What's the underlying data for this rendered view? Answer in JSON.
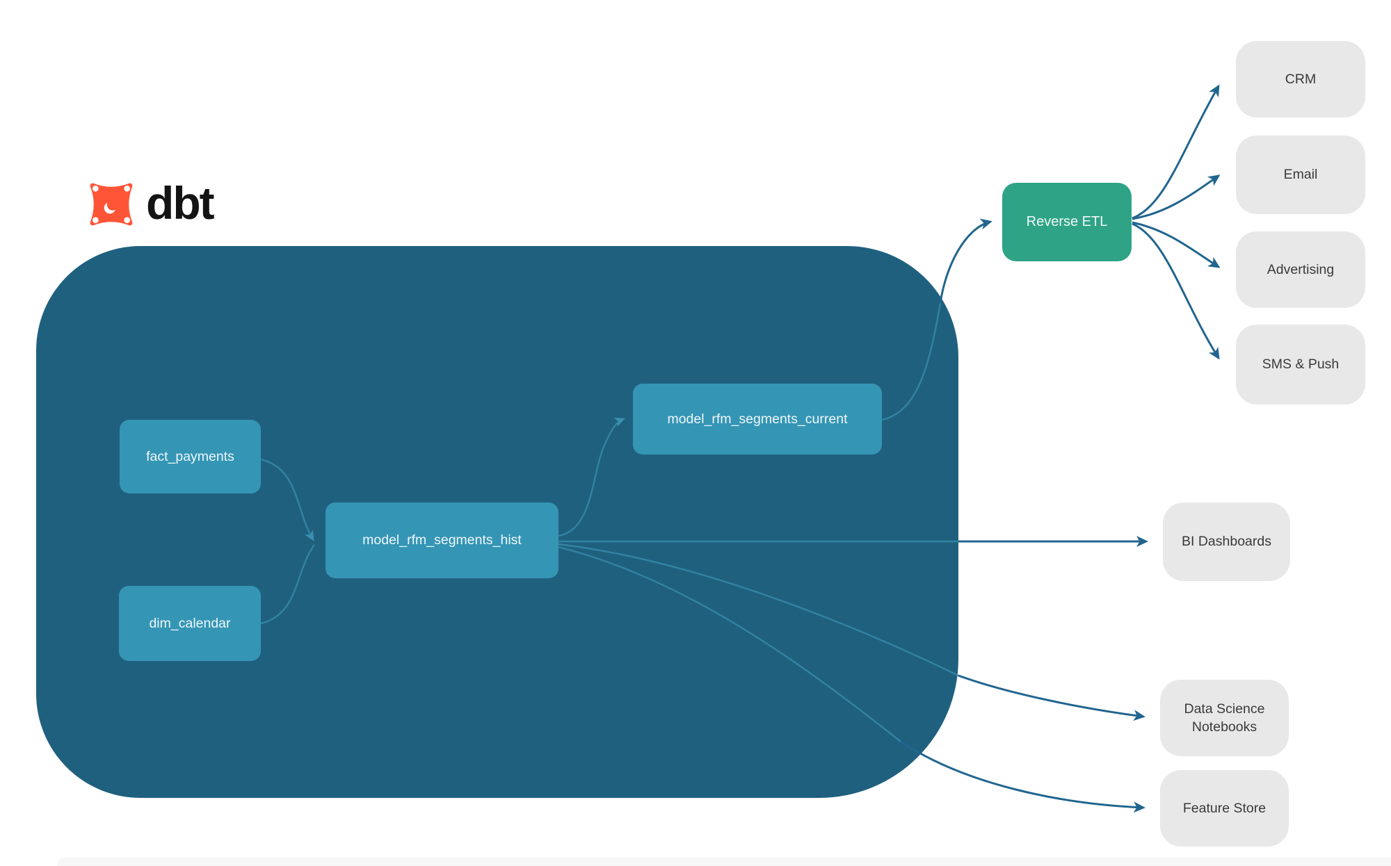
{
  "brand": {
    "name": "dbt"
  },
  "colors": {
    "container": "#20607f",
    "model_node": "#3595b5",
    "reverse_etl_node": "#2ea386",
    "destination_node": "#e8e8e8",
    "edge_outside": "#21658f",
    "edge_inside": "#3487a6",
    "logo_orange": "#ff5436"
  },
  "nodes": {
    "fact_payments": {
      "label": "fact_payments"
    },
    "dim_calendar": {
      "label": "dim_calendar"
    },
    "hist": {
      "label": "model_rfm_segments_hist"
    },
    "current": {
      "label": "model_rfm_segments_current"
    },
    "reverse_etl": {
      "label": "Reverse ETL"
    },
    "crm": {
      "label": "CRM"
    },
    "email": {
      "label": "Email"
    },
    "advertising": {
      "label": "Advertising"
    },
    "sms_push": {
      "label": "SMS & Push"
    },
    "bi_dashboards": {
      "label": "BI Dashboards"
    },
    "data_science_notebooks": {
      "label": "Data Science Notebooks"
    },
    "feature_store": {
      "label": "Feature Store"
    }
  },
  "edges": [
    {
      "from": "fact_payments",
      "to": "model_rfm_segments_hist"
    },
    {
      "from": "dim_calendar",
      "to": "model_rfm_segments_hist"
    },
    {
      "from": "model_rfm_segments_hist",
      "to": "model_rfm_segments_current"
    },
    {
      "from": "model_rfm_segments_current",
      "to": "Reverse ETL"
    },
    {
      "from": "Reverse ETL",
      "to": "CRM"
    },
    {
      "from": "Reverse ETL",
      "to": "Email"
    },
    {
      "from": "Reverse ETL",
      "to": "Advertising"
    },
    {
      "from": "Reverse ETL",
      "to": "SMS & Push"
    },
    {
      "from": "model_rfm_segments_hist",
      "to": "BI Dashboards"
    },
    {
      "from": "model_rfm_segments_hist",
      "to": "Data Science Notebooks"
    },
    {
      "from": "model_rfm_segments_hist",
      "to": "Feature Store"
    }
  ]
}
